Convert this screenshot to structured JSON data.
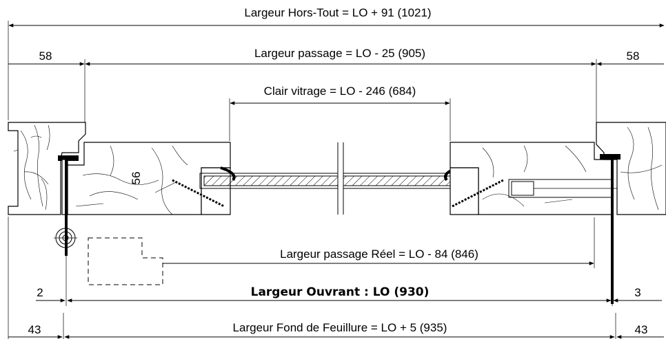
{
  "dimensions": {
    "hors_tout": "Largeur Hors-Tout = LO + 91 (1021)",
    "left_frame": "58",
    "passage": "Largeur passage = LO - 25 (905)",
    "right_frame": "58",
    "clair_vitrage": "Clair vitrage = LO - 246 (684)",
    "door_thickness": "56",
    "passage_reel": "Largeur passage Réel = LO - 84 (846)",
    "left_gap": "2",
    "ouvrant": "Largeur Ouvrant : LO (930)",
    "right_gap": "3",
    "left_rebate": "43",
    "fond_feuillure": "Largeur Fond de Feuillure = LO + 5 (935)",
    "right_rebate": "43"
  }
}
